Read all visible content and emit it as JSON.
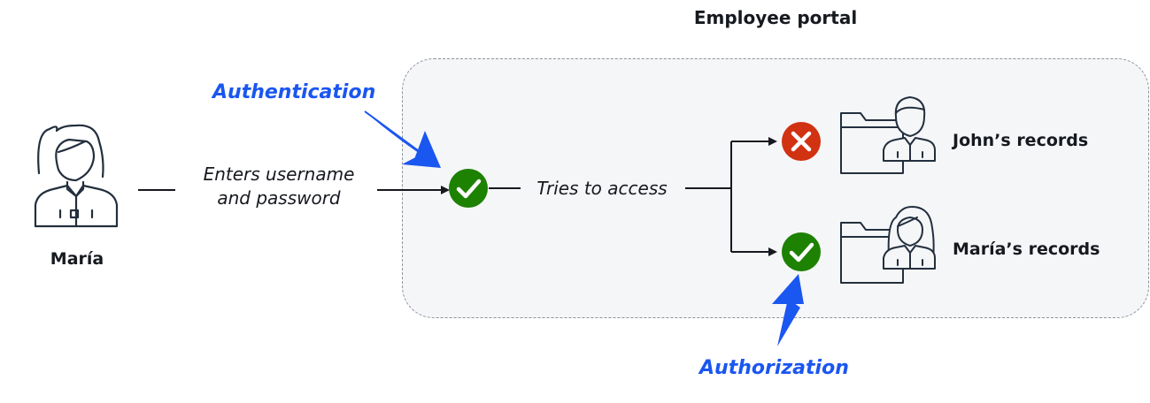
{
  "portal": {
    "title": "Employee portal"
  },
  "user": {
    "name": "María"
  },
  "steps": {
    "enters_line1": "Enters username",
    "enters_line2": "and password",
    "tries": "Tries to access"
  },
  "callouts": {
    "authentication": "Authentication",
    "authorization": "Authorization"
  },
  "records": {
    "john": "John’s records",
    "maria": "María’s records"
  },
  "colors": {
    "accent": "#1a56f0",
    "success": "#1d8102",
    "error": "#d13212",
    "text": "#16191f"
  },
  "icons": {
    "user": "person-icon",
    "success": "check-circle-icon",
    "error": "x-circle-icon",
    "folder": "folder-icon"
  }
}
